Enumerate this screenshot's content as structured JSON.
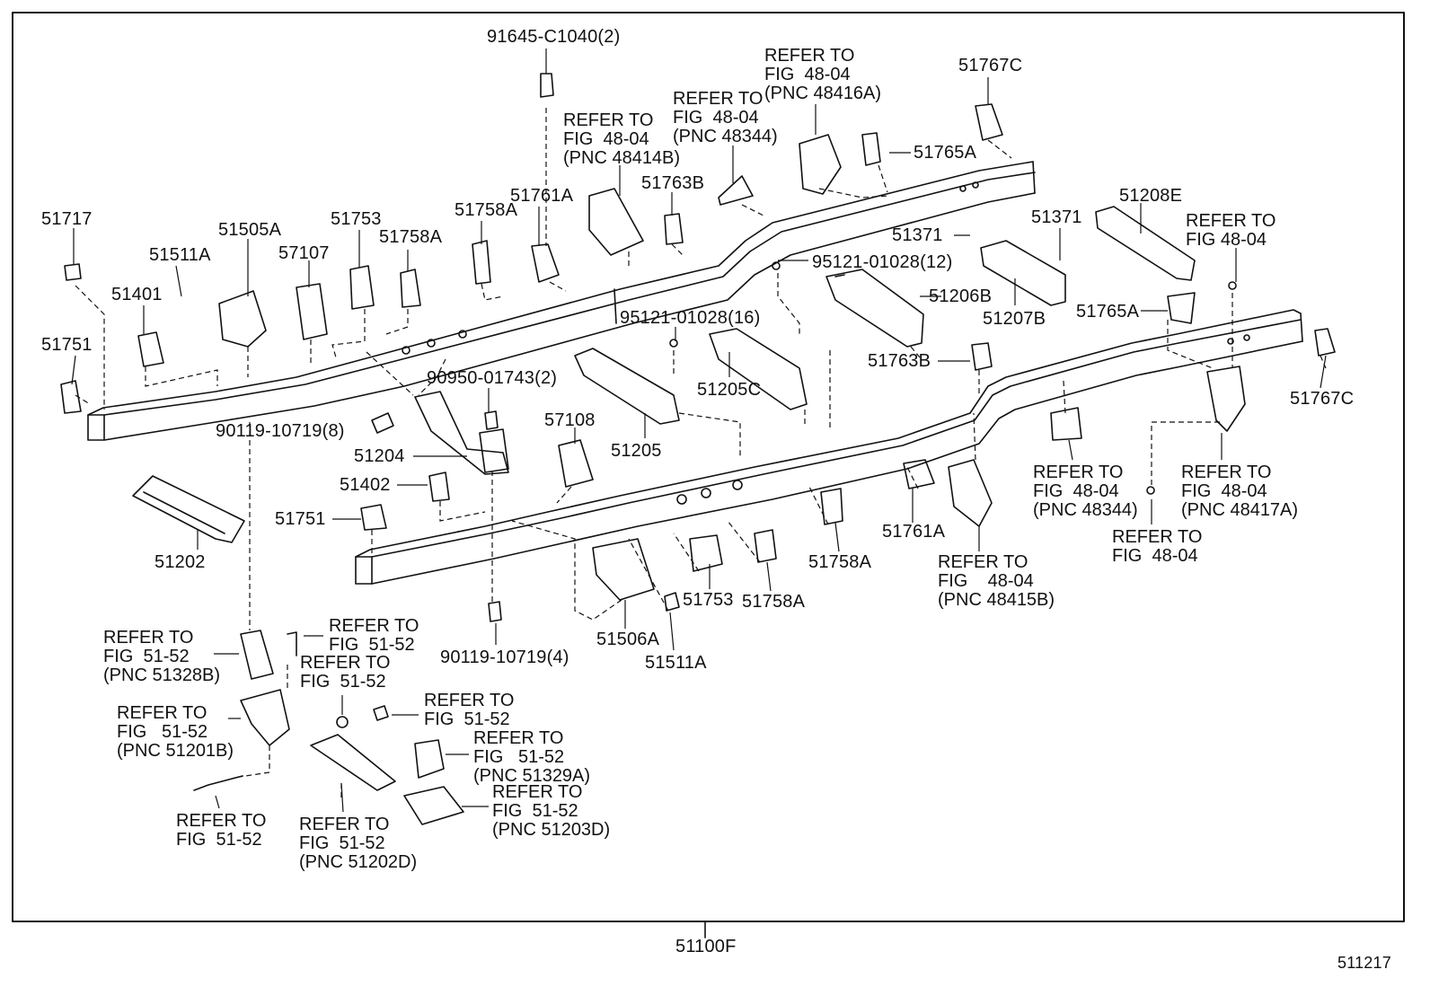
{
  "assembly_number": "51100F",
  "figure_code": "511217",
  "part_labels": {
    "p91645": "91645-C1040(2)",
    "p51767c_top": "51767C",
    "p51765a_top": "51765A",
    "p51717": "51717",
    "p51511a_left": "51511A",
    "p51505a": "51505A",
    "p51753_left": "51753",
    "p57107": "57107",
    "p51758a_mid": "51758A",
    "p51758a_left": "51758A",
    "p51761a_top": "51761A",
    "p51763b_top": "51763B",
    "p51371_a": "51371",
    "p51371_b": "51371",
    "p51208e": "51208E",
    "p51401": "51401",
    "p51751_left": "51751",
    "p95121_12": "95121-01028(12)",
    "p51206b": "51206B",
    "p51207b": "51207B",
    "p51765a_right": "51765A",
    "p95121_16": "95121-01028(16)",
    "p51763b_right": "51763B",
    "p51767c_right": "51767C",
    "p90950": "90950-01743(2)",
    "p51205c": "51205C",
    "p90119_8": "90119-10719(8)",
    "p51204": "51204",
    "p57108": "57108",
    "p51205": "51205",
    "p51402": "51402",
    "p51751_mid": "51751",
    "p51202": "51202",
    "p51758a_bot": "51758A",
    "p51761a_bot": "51761A",
    "p51753_bot": "51753",
    "p51758a_bot2": "51758A",
    "p51506a": "51506A",
    "p51511a_bot": "51511A",
    "p90119_4": "90119-10719(4)"
  },
  "references": {
    "r_48416a": [
      "REFER TO",
      "FIG  48-04",
      "(PNC 48416A)"
    ],
    "r_48344_top": [
      "REFER TO",
      "FIG  48-04",
      "(PNC 48344)"
    ],
    "r_48414b": [
      "REFER TO",
      "FIG  48-04",
      "(PNC 48414B)"
    ],
    "r_48_04_right": [
      "REFER TO",
      "FIG 48-04"
    ],
    "r_48344_bot": [
      "REFER TO",
      "FIG  48-04",
      "(PNC 48344)"
    ],
    "r_48417a": [
      "REFER TO",
      "FIG  48-04",
      "(PNC 48417A)"
    ],
    "r_48_04_bot": [
      "REFER TO",
      "FIG  48-04"
    ],
    "r_48415b": [
      "REFER TO",
      "FIG",
      "48-04",
      "(PNC 48415B)"
    ],
    "r_51328b": [
      "REFER TO",
      "FIG  51-52",
      "(PNC 51328B)"
    ],
    "r_51_52_a": [
      "REFER TO",
      "FIG  51-52"
    ],
    "r_51_52_b": [
      "REFER TO",
      "FIG  51-52"
    ],
    "r_51201b": [
      "REFER TO",
      "FIG   51-52",
      "(PNC 51201B)"
    ],
    "r_51_52_c": [
      "REFER TO",
      "FIG  51-52"
    ],
    "r_51329a": [
      "REFER TO",
      "FIG   51-52",
      "(PNC 51329A)"
    ],
    "r_51203d": [
      "REFER TO",
      "FIG  51-52",
      "(PNC 51203D)"
    ],
    "r_51_52_d": [
      "REFER TO",
      "FIG  51-52"
    ],
    "r_51202d": [
      "REFER TO",
      "FIG  51-52",
      "(PNC 51202D)"
    ]
  }
}
